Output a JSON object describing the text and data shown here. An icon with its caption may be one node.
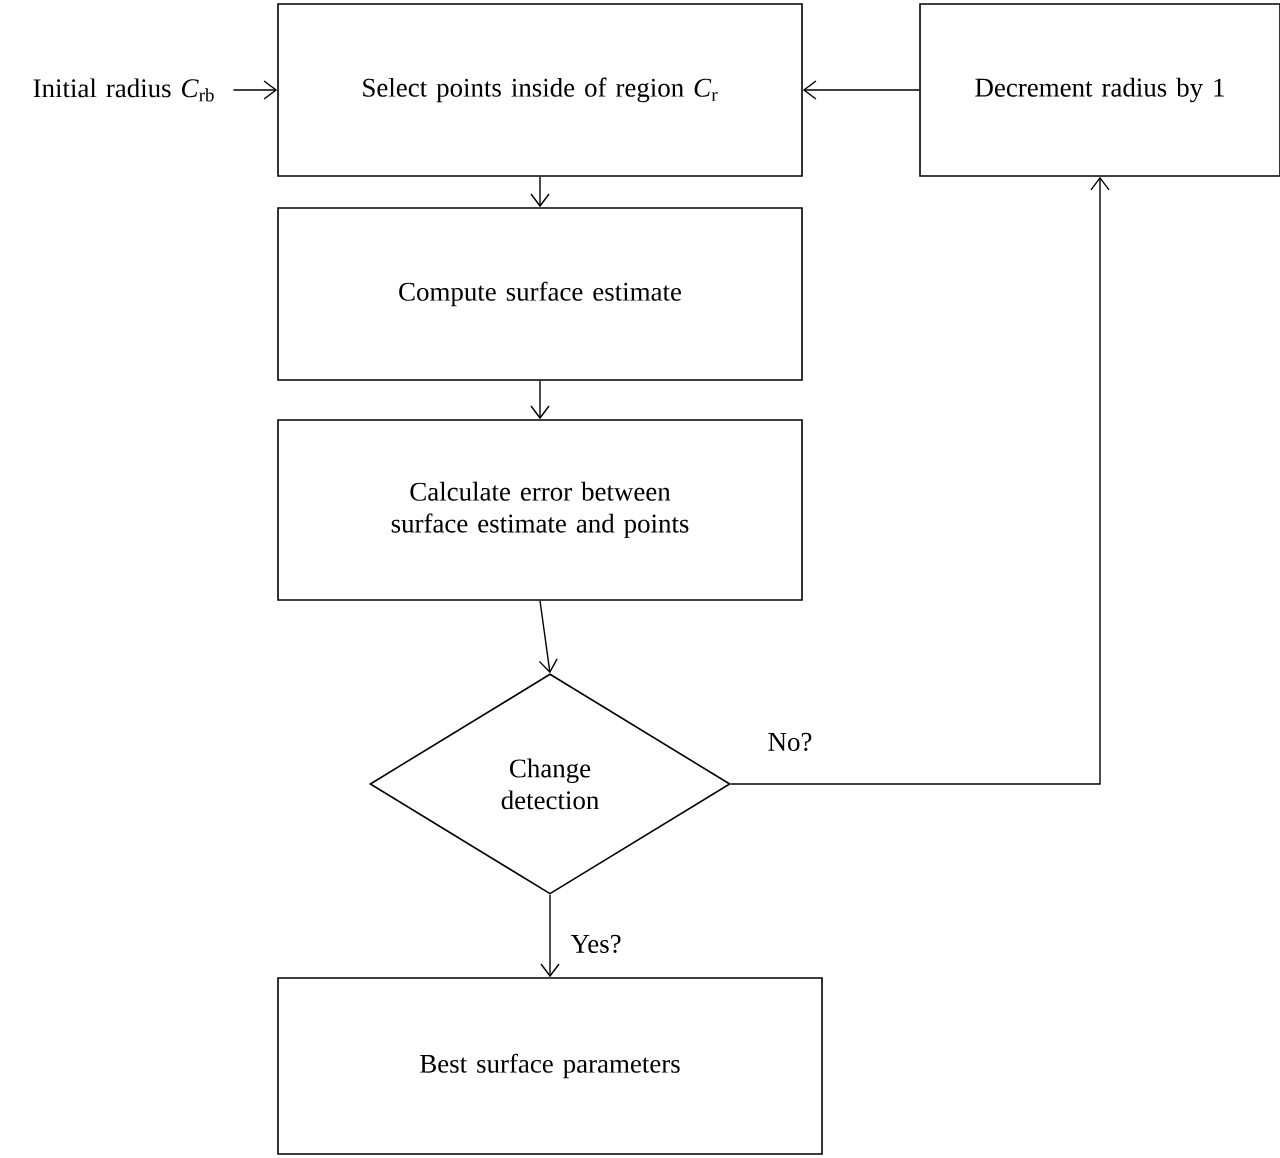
{
  "diagram": {
    "nodes": [
      {
        "text": [
          "Initial radius *C*$_{rb}$"
        ]
      },
      {
        "text": [
          "Select points inside of region *C*$_{r}$"
        ]
      },
      {
        "text": [
          "Decrement radius by 1"
        ]
      },
      {
        "text": [
          "Compute surface estimate"
        ]
      },
      {
        "text": [
          "Calculate error between surface estimate and points"
        ]
      },
      {
        "text": [
          "Change detection"
        ]
      },
      {
        "text": [
          "Best surface parameters"
        ]
      }
    ],
    "edges": [
      {
        "from": 0,
        "to": 1,
        "arrow": "to"
      },
      {
        "from": 2,
        "to": 1,
        "arrow": "to"
      },
      {
        "from": 1,
        "to": 3,
        "arrow": "to"
      },
      {
        "from": 3,
        "to": 4,
        "arrow": "to"
      },
      {
        "from": 4,
        "to": 5,
        "arrow": "to"
      },
      {
        "from": 5,
        "to": 6,
        "arrow": "to",
        "label": "Yes?"
      },
      {
        "from": 5,
        "to": 2,
        "arrow": "to",
        "label": "No?"
      }
    ]
  }
}
